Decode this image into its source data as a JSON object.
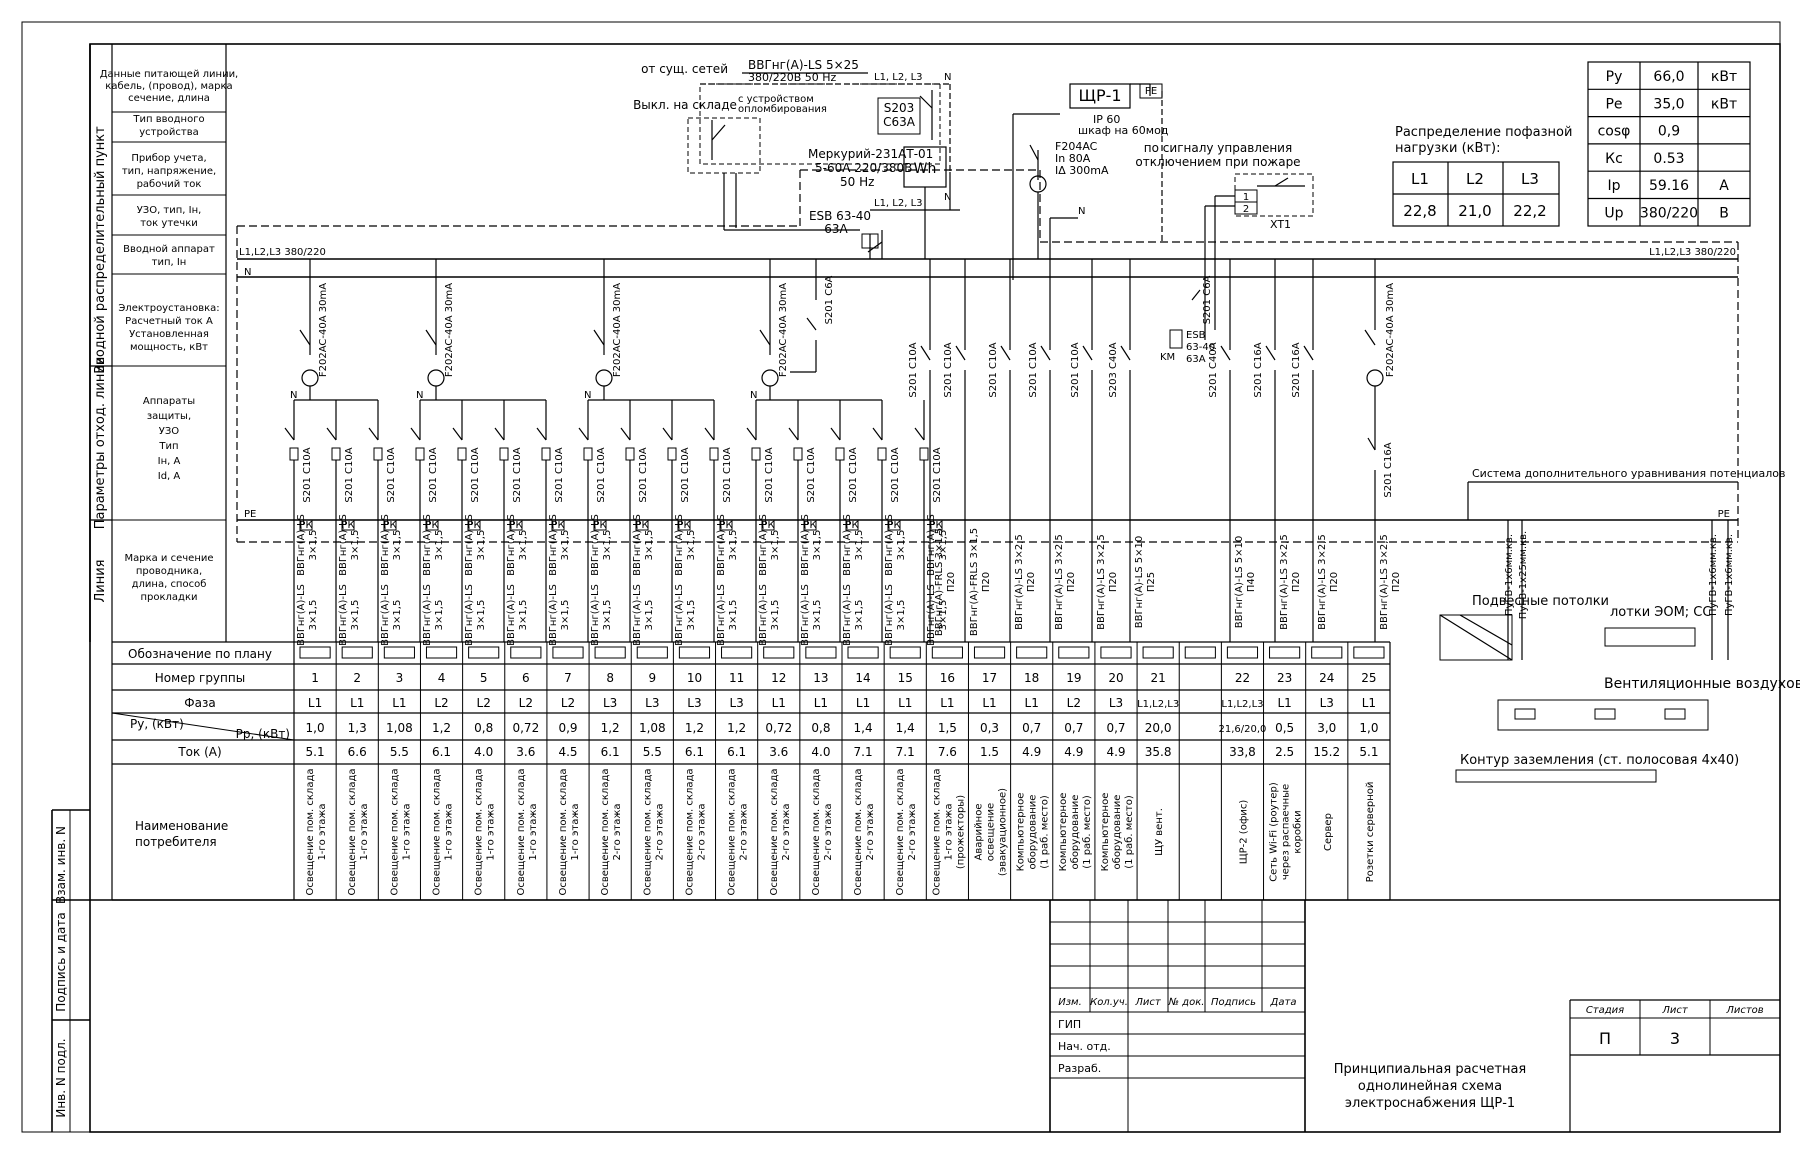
{
  "left_strip": {
    "section1": "Вводной распределительный пункт",
    "section2": "Параметры отход. линии",
    "section3": "Линия",
    "row1": [
      "Данные питающей линии,",
      "кабель, (провод), марка",
      "сечение, длина"
    ],
    "row2": [
      "Тип вводного",
      "устройства"
    ],
    "row3": [
      "Прибор учета,",
      "тип, напряжение,",
      "рабочий ток"
    ],
    "row4": [
      "УЗО, тип, Iн,",
      "ток утечки"
    ],
    "row5": [
      "Вводной аппарат",
      "тип, Iн"
    ],
    "row6": [
      "Электроустановка:",
      "Расчетный ток А",
      "Установленная",
      "мощность, кВт"
    ],
    "row7": [
      "Аппараты",
      "защиты,",
      "УЗО",
      "Тип",
      "Iн, А",
      "Id, А"
    ],
    "row8": [
      "Марка и сечение",
      "проводника,",
      "длина, способ",
      "прокладки"
    ]
  },
  "frame_stamps": {
    "vzam": "Взам. инв. N",
    "podp": "Подпись и дата",
    "inv": "Инв. N подл."
  },
  "supply": {
    "from_grid": "от сущ. сетей",
    "cable": "ВВГнг(А)-LS 5×25",
    "voltage": "380/220В 50 Hz",
    "phases_top": "L1, L2, L3",
    "n_top": "N",
    "switch_label": "Выкл. на складе",
    "seal_device": [
      "с устройством",
      "опломбирования"
    ],
    "s203": [
      "S203",
      "C63A"
    ],
    "meter": [
      "Меркурий-231АТ-01",
      "5-60А 220/380В",
      "50 Hz"
    ],
    "meter_symbol": "Wh",
    "phases_mid": "L1, L2, L3",
    "n_mid": "N",
    "panel_name": "ЩР-1",
    "panel_spec": [
      "IP 60",
      "шкаф на 60мод"
    ],
    "pe": "PE",
    "rcd": [
      "F204AC",
      "In 80A",
      "IΔ 300mA"
    ],
    "n_rcd": "N",
    "esb": [
      "ESB 63-40",
      "63A"
    ],
    "fire_signal": [
      "по сигналу управления",
      "отключением при пожаре"
    ],
    "xt": "XT1",
    "xt_pins": [
      "1",
      "2"
    ]
  },
  "buses": {
    "main_left": "L1,L2,L3 380/220",
    "main_right": "L1,L2,L3 380/220",
    "n": "N",
    "pe_left": "PE",
    "pe_right": "PE"
  },
  "devices": {
    "rcd_group": "F202AC-40A 30mA",
    "s201_c6a": "S201 C6A",
    "s201_c10a": "S201 C10A",
    "s203_c40a": "S203 C40A",
    "s201_c40a": "S201 C40A",
    "s201_c16a": "S201 C16A",
    "esb_small": [
      "ESB",
      "63-40",
      "63A"
    ],
    "km": "KM",
    "n_mark": "N",
    "rk": "РК"
  },
  "cables": {
    "c315": [
      "ВВГнг(А)-LS",
      "3×1,5"
    ],
    "c325": [
      "ВВГнг(А)-LS",
      "3×2,5"
    ],
    "frls": [
      "ВВГнг(А)-FRLS 3×1,5",
      "П20"
    ],
    "ls325_p20": [
      "ВВГнг(А)-LS 3×2,5",
      "П20"
    ],
    "ls510_p25": [
      "ВВГнг(А)-LS 5×10",
      "П25"
    ],
    "ls510_p40": [
      "ВВГнг(А)-LS 5×10",
      "П40"
    ]
  },
  "phase_table": {
    "title": [
      "Распределение пофазной",
      "нагрузки (кВт):"
    ],
    "headers": [
      "L1",
      "L2",
      "L3"
    ],
    "values": [
      "22,8",
      "21,0",
      "22,2"
    ]
  },
  "summary_table": [
    {
      "label": "Рy",
      "value": "66,0",
      "unit": "кВт"
    },
    {
      "label": "Рe",
      "value": "35,0",
      "unit": "кВт"
    },
    {
      "label": "cosφ",
      "value": "0,9",
      "unit": ""
    },
    {
      "label": "Кс",
      "value": "0.53",
      "unit": ""
    },
    {
      "label": "Iр",
      "value": "59.16",
      "unit": "А"
    },
    {
      "label": "Uр",
      "value": "380/220",
      "unit": "В"
    }
  ],
  "equalization": "Система дополнительного уравнивания потенциалов",
  "right_legend": {
    "ceilings": "Подвесные потолки",
    "trays": "лотки ЭОМ; СС",
    "ducts": "Вентиляционные воздуховоды",
    "ground": "Контур заземления (ст. полосовая 4х40)",
    "wires": [
      "ПуГВ-1х6мм.кв.",
      "ПуГВ-1х25мм.кв.",
      "ПуГВ-1х6мм.кв.",
      "ПуГВ-1х6мм.кв."
    ]
  },
  "table": {
    "row_labels": {
      "plan": "Обозначение по плану",
      "group": "Номер группы",
      "phase": "Фаза",
      "py": "Рy, (кВт)",
      "pp": "Рр, (кВт)",
      "current": "Ток (А)",
      "consumer": [
        "Наименование",
        "потребителя"
      ]
    },
    "groups": [
      "1",
      "2",
      "3",
      "4",
      "5",
      "6",
      "7",
      "8",
      "9",
      "10",
      "11",
      "12",
      "13",
      "14",
      "15",
      "16",
      "17",
      "18",
      "19",
      "20",
      "21",
      "",
      "22",
      "23",
      "24",
      "25"
    ],
    "phases": [
      "L1",
      "L1",
      "L1",
      "L2",
      "L2",
      "L2",
      "L2",
      "L3",
      "L3",
      "L3",
      "L3",
      "L1",
      "L1",
      "L1",
      "L1",
      "L1",
      "L1",
      "L1",
      "L2",
      "L3",
      "L1,L2,L3",
      "",
      "L1,L2,L3",
      "L1",
      "L3",
      "L1"
    ],
    "power": [
      "1,0",
      "1,3",
      "1,08",
      "1,2",
      "0,8",
      "0,72",
      "0,9",
      "1,2",
      "1,08",
      "1,2",
      "1,2",
      "0,72",
      "0,8",
      "1,4",
      "1,4",
      "1,5",
      "0,3",
      "0,7",
      "0,7",
      "0,7",
      "20,0",
      "",
      "21,6/20,0",
      "0,5",
      "3,0",
      "1,0"
    ],
    "current": [
      "5.1",
      "6.6",
      "5.5",
      "6.1",
      "4.0",
      "3.6",
      "4.5",
      "6.1",
      "5.5",
      "6.1",
      "6.1",
      "3.6",
      "4.0",
      "7.1",
      "7.1",
      "7.6",
      "1.5",
      "4.9",
      "4.9",
      "4.9",
      "35.8",
      "",
      "33,8",
      "2.5",
      "15.2",
      "5.1"
    ],
    "consumers": [
      [
        "Освещение пом. склада",
        "1-го этажа"
      ],
      [
        "Освещение пом. склада",
        "1-го этажа"
      ],
      [
        "Освещение пом. склада",
        "1-го этажа"
      ],
      [
        "Освещение пом. склада",
        "1-го этажа"
      ],
      [
        "Освещение пом. склада",
        "1-го этажа"
      ],
      [
        "Освещение пом. склада",
        "1-го этажа"
      ],
      [
        "Освещение пом. склада",
        "1-го этажа"
      ],
      [
        "Освещение пом. склада",
        "2-го этажа"
      ],
      [
        "Освещение пом. склада",
        "2-го этажа"
      ],
      [
        "Освещение пом. склада",
        "2-го этажа"
      ],
      [
        "Освещение пом. склада",
        "2-го этажа"
      ],
      [
        "Освещение пом. склада",
        "2-го этажа"
      ],
      [
        "Освещение пом. склада",
        "2-го этажа"
      ],
      [
        "Освещение пом. склада",
        "2-го этажа"
      ],
      [
        "Освещение пом. склада",
        "2-го этажа"
      ],
      [
        "Освещение пом. склада",
        "1-го этажа",
        "(прожекторы)"
      ],
      [
        "Аварийное",
        "освещение",
        "(эвакуационное)"
      ],
      [
        "Компьютерное",
        "оборудование",
        "(1 раб. место)"
      ],
      [
        "Компьютерное",
        "оборудование",
        "(1 раб. место)"
      ],
      [
        "Компьютерное",
        "оборудование",
        "(1 раб. место)"
      ],
      [
        "ЩУ вент."
      ],
      [],
      [
        "ЩР-2 (офис)"
      ],
      [
        "Сеть Wi-Fi (роутер)",
        "через распаечные",
        "коробки"
      ],
      [
        "Сервер"
      ],
      [
        "Розетки серверной"
      ]
    ]
  },
  "title_block": {
    "headers": [
      "Изм.",
      "Кол.уч.",
      "Лист",
      "№ док.",
      "Подпись",
      "Дата"
    ],
    "roles": [
      "ГИП",
      "Нач. отд.",
      "Разраб."
    ],
    "stage_headers": [
      "Стадия",
      "Лист",
      "Листов"
    ],
    "stage_values": [
      "П",
      "3",
      ""
    ],
    "title": [
      "Принципиальная расчетная",
      "однолинейная схема",
      "электроснабжения ЩР-1"
    ]
  }
}
